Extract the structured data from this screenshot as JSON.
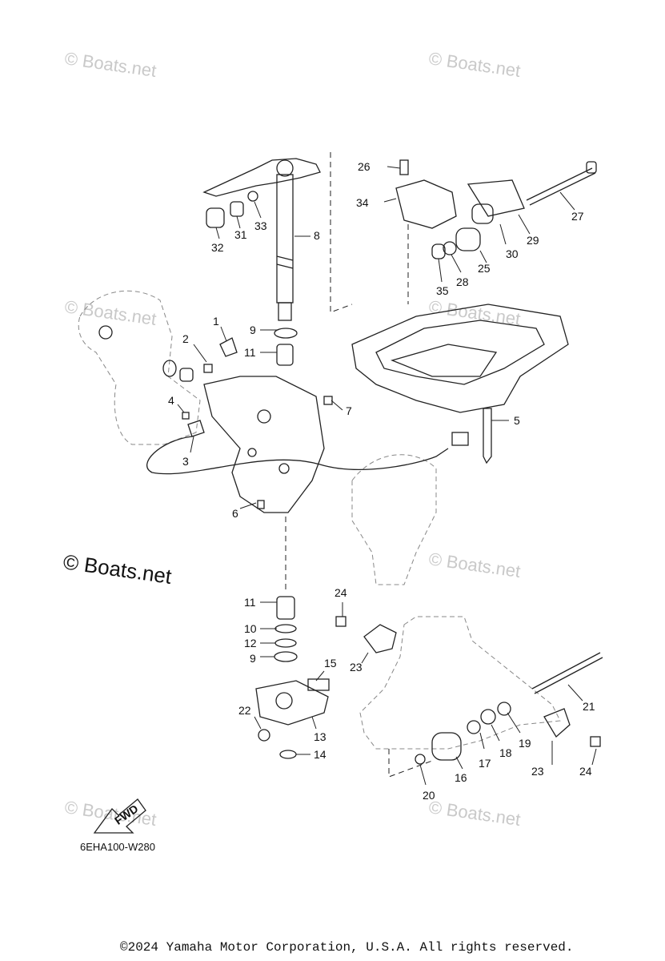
{
  "diagram": {
    "code": "6EHA100-W280",
    "fwd_label": "FWD",
    "copyright": "©2024 Yamaha Motor Corporation, U.S.A. All rights reserved.",
    "watermark": "© Boats.net",
    "watermark_main": "© Boats.net",
    "callouts": {
      "c1": "1",
      "c2": "2",
      "c3": "3",
      "c4": "4",
      "c5": "5",
      "c6": "6",
      "c7": "7",
      "c8": "8",
      "c9a": "9",
      "c9b": "9",
      "c10": "10",
      "c11a": "11",
      "c11b": "11",
      "c12": "12",
      "c13": "13",
      "c14": "14",
      "c15": "15",
      "c16": "16",
      "c17": "17",
      "c18": "18",
      "c19": "19",
      "c20": "20",
      "c21": "21",
      "c22": "22",
      "c23a": "23",
      "c23b": "23",
      "c24a": "24",
      "c24b": "24",
      "c25": "25",
      "c26": "26",
      "c27": "27",
      "c28": "28",
      "c29": "29",
      "c30": "30",
      "c31": "31",
      "c32": "32",
      "c33": "33",
      "c34": "34",
      "c35": "35"
    }
  }
}
